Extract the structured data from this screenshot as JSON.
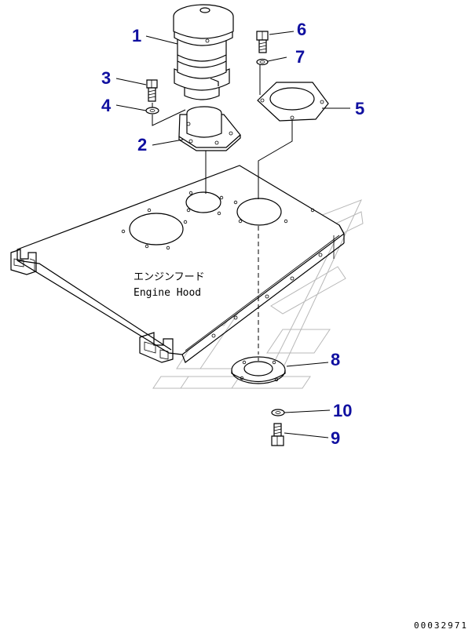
{
  "colors": {
    "callout": "#1010a0",
    "line": "#000000",
    "watermark": "#b8b8b8"
  },
  "hood_label": {
    "jp": "エンジンフード",
    "en": "Engine Hood"
  },
  "doc_number": "00032971",
  "callouts": [
    {
      "id": "1",
      "label": "1"
    },
    {
      "id": "2",
      "label": "2"
    },
    {
      "id": "3",
      "label": "3"
    },
    {
      "id": "4",
      "label": "4"
    },
    {
      "id": "5",
      "label": "5"
    },
    {
      "id": "6",
      "label": "6"
    },
    {
      "id": "7",
      "label": "7"
    },
    {
      "id": "8",
      "label": "8"
    },
    {
      "id": "9",
      "label": "9"
    },
    {
      "id": "10",
      "label": "10"
    }
  ]
}
